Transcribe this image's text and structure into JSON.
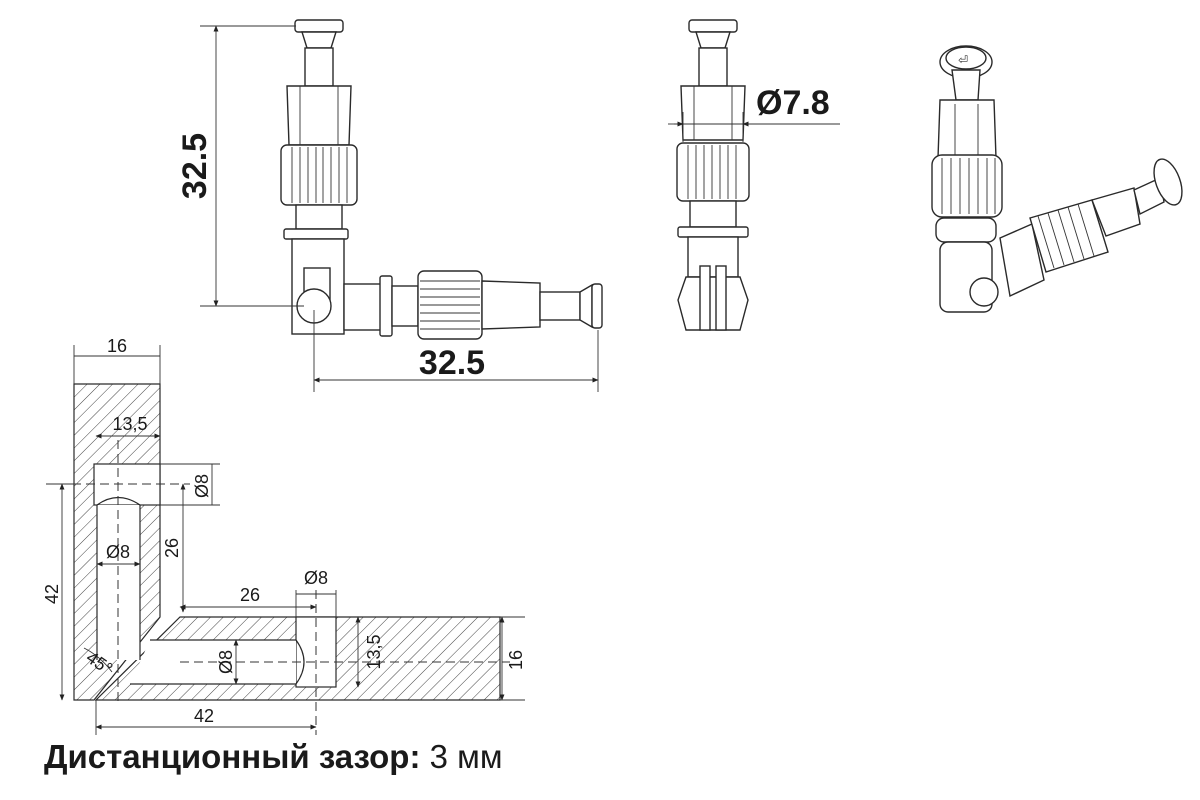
{
  "caption": {
    "label": "Дистанционный зазор:",
    "value": "3 мм"
  },
  "top_dimensions": {
    "height": "32.5",
    "width": "32.5",
    "diameter": "Ø7.8"
  },
  "section": {
    "board_thickness_top": "16",
    "board_thickness_right": "16",
    "offset_a": "13,5",
    "offset_b": "13,5",
    "hole_dia_1": "Ø8",
    "hole_dia_2": "Ø8",
    "hole_dia_3": "Ø8",
    "hole_dia_4": "Ø8",
    "depth_v": "26",
    "depth_h": "26",
    "length_v": "42",
    "length_h": "42",
    "angle": "45°"
  }
}
